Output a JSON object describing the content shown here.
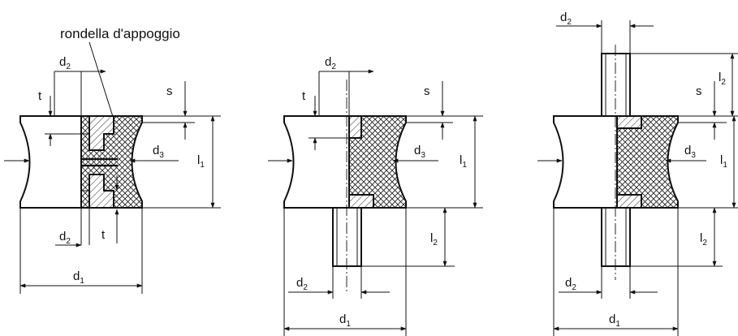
{
  "callout": {
    "text": "rondella d'appoggio"
  },
  "views": [
    {
      "id": "female-female",
      "labels": {
        "d2_top": "d",
        "d2_top_sub": "2",
        "t_top": "t",
        "s": "s",
        "d3": "d",
        "d3_sub": "3",
        "l1": "l",
        "l1_sub": "1",
        "d2_bottom": "d",
        "d2_bottom_sub": "2",
        "t_bottom": "t",
        "d1": "d",
        "d1_sub": "1"
      }
    },
    {
      "id": "female-male",
      "labels": {
        "d2_top": "d",
        "d2_top_sub": "2",
        "t_top": "t",
        "s": "s",
        "d3": "d",
        "d3_sub": "3",
        "l1": "l",
        "l1_sub": "1",
        "l2": "l",
        "l2_sub": "2",
        "d2_bottom": "d",
        "d2_bottom_sub": "2",
        "d1": "d",
        "d1_sub": "1"
      }
    },
    {
      "id": "male-male",
      "labels": {
        "d2_top": "d",
        "d2_top_sub": "2",
        "s": "s",
        "l2_top": "l",
        "l2_top_sub": "2",
        "d3": "d",
        "d3_sub": "3",
        "l1": "l",
        "l1_sub": "1",
        "l2_bottom": "l",
        "l2_bottom_sub": "2",
        "d2_bottom": "d",
        "d2_bottom_sub": "2",
        "d1": "d",
        "d1_sub": "1"
      }
    }
  ]
}
